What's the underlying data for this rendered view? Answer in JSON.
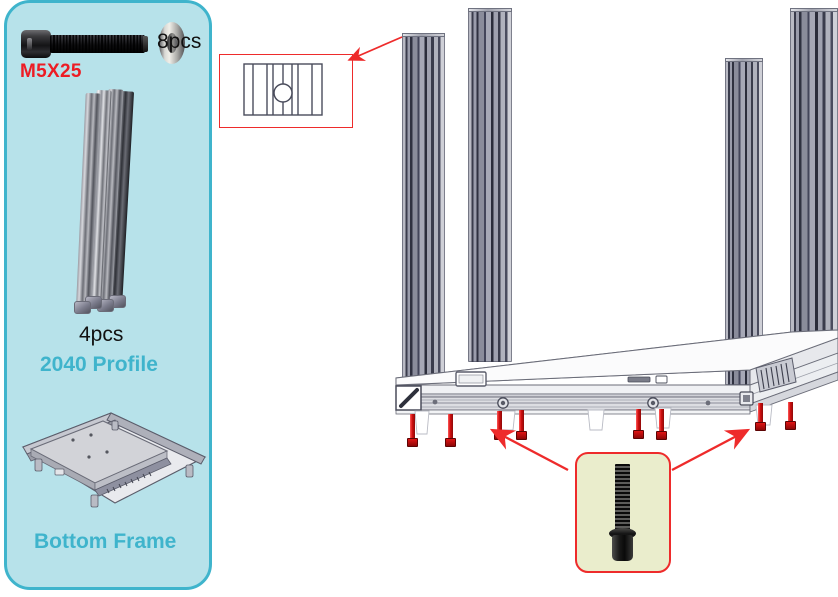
{
  "page": {
    "title": "3D Printer Frame Assembly Step — Vertical 2040 Profiles to Bottom Frame",
    "background": "#ffffff"
  },
  "colors": {
    "panel_background": "#b7e2ea",
    "panel_border": "#3fb4cc",
    "panel_label_text": "#3fb4cc",
    "red_accent": "#ed1c24",
    "callout_border": "#ee2b2b",
    "callout_background": "#eaedcc",
    "profile_dark": "#2f3140",
    "profile_light": "#b9bac4",
    "foot_screw": "#d10f0f",
    "text_dark": "#111111"
  },
  "parts_panel": {
    "name": "parts-list-panel",
    "items": [
      {
        "id": "screw",
        "icon": "socket-head-cap-screw-icon",
        "spec_label": "M5X25",
        "quantity_label": "8pcs",
        "accessory_icon": "washer-icon"
      },
      {
        "id": "profile",
        "icon": "aluminum-extrusion-bundle-icon",
        "quantity_label": "4pcs",
        "name_label": "2040 Profile"
      },
      {
        "id": "bottom-frame",
        "icon": "bottom-frame-isometric-icon",
        "name_label": "Bottom Frame"
      }
    ]
  },
  "detail_callout": {
    "name": "profile-cross-section-detail",
    "depicts": "2040-extrusion-end-view-with-center-bore",
    "border_color": "#ee2b2b"
  },
  "screw_callout": {
    "name": "foot-screw-detail",
    "depicts": "cap-screw-with-washer",
    "border_color": "#ee2b2b",
    "background_color": "#eaedcc"
  },
  "assembly": {
    "name": "main-assembly-view",
    "vertical_profiles_count": 4,
    "foot_screws_count": 8,
    "arrows": [
      {
        "name": "arrow-profile-to-detail",
        "from": "vertical-profile-1",
        "to": "detail-callout"
      },
      {
        "name": "arrow-screw-callout-left",
        "from": "screw-callout",
        "to": "front-left-foot-screws"
      },
      {
        "name": "arrow-screw-callout-right",
        "from": "screw-callout",
        "to": "front-right-foot-screws"
      }
    ]
  }
}
